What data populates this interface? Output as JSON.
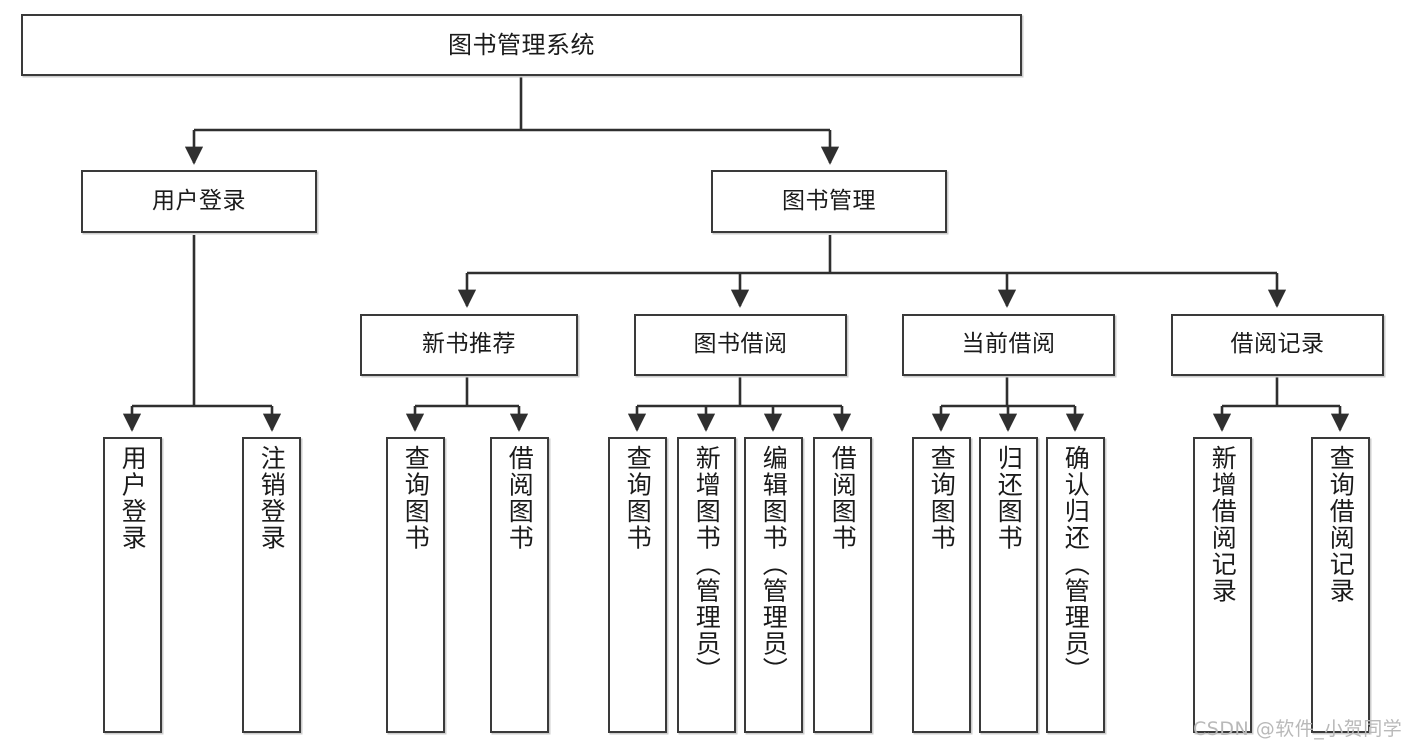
{
  "diagram": {
    "title": "图书管理系统",
    "type": "tree-hierarchy-chart",
    "watermark": "CSDN @软件_小贺同学",
    "colors": {
      "box_border": "#3a3a3a",
      "box_fill": "#ffffff",
      "edge": "#2f2f2f",
      "text": "#1b1b1b",
      "watermark": "#b9b9b9",
      "background": "#ffffff"
    },
    "nodes": {
      "root": {
        "label": "图书管理系统"
      },
      "level2": [
        {
          "id": "user-login",
          "label": "用户登录"
        },
        {
          "id": "book-manage",
          "label": "图书管理"
        }
      ],
      "level3": [
        {
          "id": "new-book-rec",
          "label": "新书推荐"
        },
        {
          "id": "book-borrow",
          "label": "图书借阅"
        },
        {
          "id": "current-borrow",
          "label": "当前借阅"
        },
        {
          "id": "borrow-record",
          "label": "借阅记录"
        }
      ],
      "leaves": {
        "user-login": [
          {
            "id": "leaf-user-login",
            "label": "用户登录"
          },
          {
            "id": "leaf-user-logout",
            "label": "注销登录"
          }
        ],
        "new-book-rec": [
          {
            "id": "leaf-query-book-1",
            "label": "查询图书"
          },
          {
            "id": "leaf-borrow-book-1",
            "label": "借阅图书"
          }
        ],
        "book-borrow": [
          {
            "id": "leaf-query-book-2",
            "label": "查询图书"
          },
          {
            "id": "leaf-add-book",
            "label": "新增图书（管理员）"
          },
          {
            "id": "leaf-edit-book",
            "label": "编辑图书（管理员）"
          },
          {
            "id": "leaf-borrow-book-2",
            "label": "借阅图书"
          }
        ],
        "current-borrow": [
          {
            "id": "leaf-query-book-3",
            "label": "查询图书"
          },
          {
            "id": "leaf-return-book",
            "label": "归还图书"
          },
          {
            "id": "leaf-confirm-return",
            "label": "确认归还（管理员）"
          }
        ],
        "borrow-record": [
          {
            "id": "leaf-add-record",
            "label": "新增借阅记录"
          },
          {
            "id": "leaf-query-record",
            "label": "查询借阅记录"
          }
        ]
      }
    }
  }
}
